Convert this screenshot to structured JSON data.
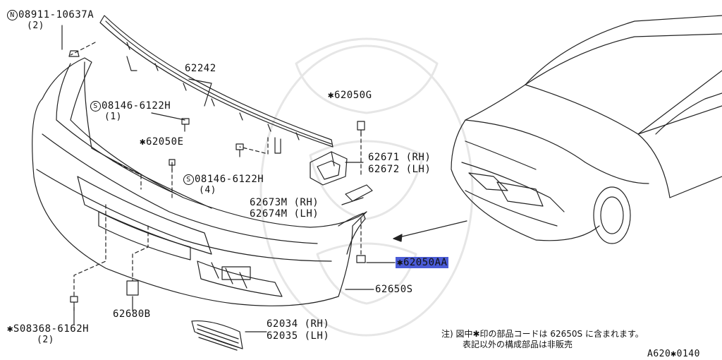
{
  "diagram": {
    "ref_code": "A620✱0140",
    "callouts": [
      {
        "prefix": "N",
        "part_no": "08911-10637A",
        "qty": "(2)"
      },
      {
        "prefix": "",
        "part_no": "62242",
        "qty": ""
      },
      {
        "prefix": "S",
        "part_no": "08146-6122H",
        "qty": "(1)"
      },
      {
        "prefix": "✱",
        "part_no": "62050E",
        "qty": ""
      },
      {
        "prefix": "✱",
        "part_no": "62050G",
        "qty": ""
      },
      {
        "prefix": "S",
        "part_no": "08146-6122H",
        "qty": "(4)"
      },
      {
        "prefix": "",
        "part_no": "62671 (RH)",
        "qty": ""
      },
      {
        "prefix": "",
        "part_no": "62672 (LH)",
        "qty": ""
      },
      {
        "prefix": "",
        "part_no": "62673M (RH)",
        "qty": ""
      },
      {
        "prefix": "",
        "part_no": "62674M (LH)",
        "qty": ""
      },
      {
        "prefix": "✱",
        "part_no": "62050AA",
        "qty": "",
        "highlighted": true,
        "highlight_color": "#4a5bd6"
      },
      {
        "prefix": "",
        "part_no": "62650S",
        "qty": ""
      },
      {
        "prefix": "",
        "part_no": "62680B",
        "qty": ""
      },
      {
        "prefix": "✱S",
        "part_no": "08368-6162H",
        "qty": "(2)"
      },
      {
        "prefix": "",
        "part_no": "62034 (RH)",
        "qty": ""
      },
      {
        "prefix": "",
        "part_no": "62035 (LH)",
        "qty": ""
      }
    ],
    "note": {
      "line1": "注) 図中✱印の部品コードは 62650S に含まれます。",
      "line2": "表記以外の構成部品は非販売"
    }
  }
}
